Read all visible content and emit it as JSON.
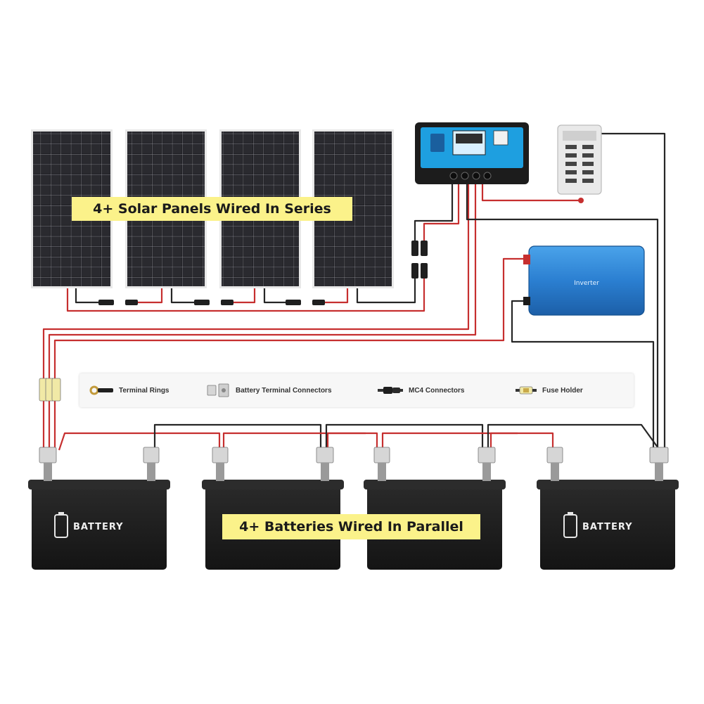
{
  "diagram": {
    "solar_panels_label": "4+ Solar Panels Wired In Series",
    "batteries_label": "4+ Batteries Wired In Parallel",
    "inverter_label": "Inverter",
    "battery_brand": "BATTERY",
    "solar_panel_count": 4,
    "battery_count": 4
  },
  "legend": {
    "items": [
      {
        "label": "Terminal Rings",
        "icon": "terminal-ring-icon"
      },
      {
        "label": "Battery Terminal Connectors",
        "icon": "battery-terminal-connector-icon"
      },
      {
        "label": "MC4 Connectors",
        "icon": "mc4-connector-icon"
      },
      {
        "label": "Fuse Holder",
        "icon": "fuse-holder-icon"
      }
    ]
  },
  "colors": {
    "positive_wire": "#c62f2f",
    "negative_wire": "#262626",
    "callout_background": "#fbf28a",
    "inverter_body": "#2b7fd1",
    "controller_screen": "#1e9fe0",
    "battery_body": "#1b1b1b"
  }
}
